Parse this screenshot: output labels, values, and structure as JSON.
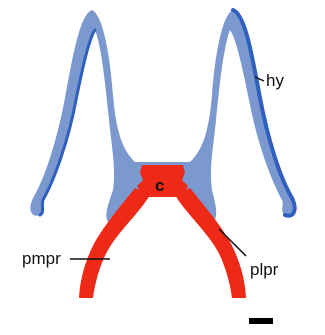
{
  "labels": {
    "hy": "hy",
    "c": "c",
    "pmpr": "pmpr",
    "plpr": "plpr"
  },
  "colors": {
    "cartilage_fill": "#7b99cf",
    "cartilage_edge": "#2f5fbf",
    "copula_red": "#ee2a17",
    "leader_line": "#111111",
    "scale_bar": "#000000"
  }
}
